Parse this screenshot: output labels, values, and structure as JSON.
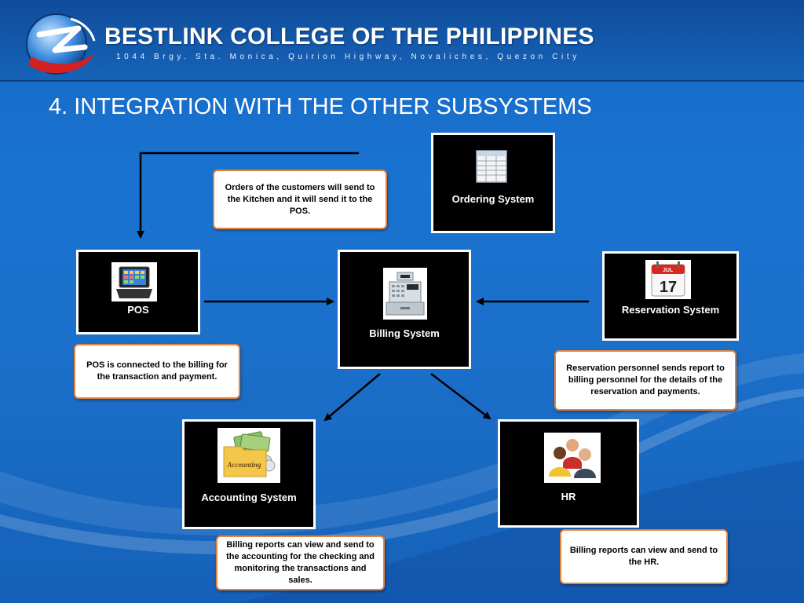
{
  "header": {
    "college_name": "BESTLINK COLLEGE OF THE PHILIPPINES",
    "address": "1044 Brgy. Sta. Monica, Quirion Highway, Novaliches, Quezon City"
  },
  "slide": {
    "title": "4. INTEGRATION WITH THE OTHER SUBSYSTEMS"
  },
  "systems": {
    "ordering": {
      "label": "Ordering System",
      "icon": "spreadsheet-icon"
    },
    "pos": {
      "label": "POS",
      "icon": "pos-terminal-icon"
    },
    "billing": {
      "label": "Billing System",
      "icon": "cash-register-icon"
    },
    "reservation": {
      "label": "Reservation System",
      "icon": "calendar-icon",
      "calendar_month": "JUL",
      "calendar_day": "17"
    },
    "accounting": {
      "label": "Accounting System",
      "icon": "accounting-folder-icon",
      "folder_text": "Accounting"
    },
    "hr": {
      "label": "HR",
      "icon": "people-icon"
    }
  },
  "notes": {
    "orders": "Orders of the customers will send to the Kitchen and it will send it to the POS.",
    "pos": "POS is connected to the billing for the transaction and payment.",
    "reservation": "Reservation personnel sends report to billing personnel for the details of the reservation and payments.",
    "accounting": "Billing reports can view and send to the accounting for the checking and monitoring the transactions and sales.",
    "hr": "Billing reports can view and send to the HR."
  },
  "colors": {
    "background": "#1a73d1",
    "box_fill": "#000000",
    "box_border": "#ffffff",
    "note_border": "#e8843a",
    "arrow": "#000000"
  }
}
